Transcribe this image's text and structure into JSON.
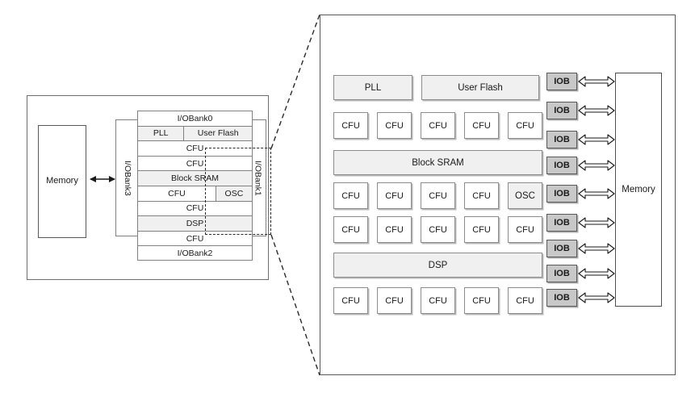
{
  "diagram": {
    "title": "FPGA architecture overview with zoomed detail view",
    "colors": {
      "block_light": "#f0f0f0",
      "block_mid": "#c8c8c8",
      "block_white": "#ffffff",
      "stroke": "#808080",
      "stroke_dark": "#4d4d4d",
      "callout_dash": "#2b2b2b"
    }
  },
  "overview": {
    "memory_label": "Memory",
    "iobank_top": "I/OBank0",
    "iobank_bottom": "I/OBank2",
    "iobank_left": "I/OBank3",
    "iobank_right": "I/OBank1",
    "rows": [
      {
        "type": "split",
        "cells": [
          {
            "label": "PLL",
            "shade": "light",
            "width": 40
          },
          {
            "label": "User Flash",
            "shade": "light",
            "width": 60
          }
        ]
      },
      {
        "type": "single",
        "label": "CFU",
        "shade": "none"
      },
      {
        "type": "single",
        "label": "CFU",
        "shade": "none"
      },
      {
        "type": "single",
        "label": "Block SRAM",
        "shade": "light"
      },
      {
        "type": "split",
        "cells": [
          {
            "label": "CFU",
            "shade": "none",
            "width": 68
          },
          {
            "label": "OSC",
            "shade": "light",
            "width": 32
          }
        ]
      },
      {
        "type": "single",
        "label": "CFU",
        "shade": "none"
      },
      {
        "type": "single",
        "label": "DSP",
        "shade": "light"
      },
      {
        "type": "single",
        "label": "CFU",
        "shade": "none"
      }
    ]
  },
  "detail": {
    "memory_label": "Memory",
    "rows": [
      {
        "kind": "wide",
        "blocks": [
          {
            "label": "PLL",
            "style": "shade"
          },
          {
            "label": "User Flash",
            "style": "shade"
          }
        ]
      },
      {
        "kind": "cfu",
        "blocks": [
          {
            "label": "CFU",
            "style": "white"
          },
          {
            "label": "CFU",
            "style": "white"
          },
          {
            "label": "CFU",
            "style": "white"
          },
          {
            "label": "CFU",
            "style": "white"
          },
          {
            "label": "CFU",
            "style": "white"
          }
        ]
      },
      {
        "kind": "full",
        "blocks": [
          {
            "label": "Block SRAM",
            "style": "shade"
          }
        ]
      },
      {
        "kind": "cfu",
        "blocks": [
          {
            "label": "CFU",
            "style": "white"
          },
          {
            "label": "CFU",
            "style": "white"
          },
          {
            "label": "CFU",
            "style": "white"
          },
          {
            "label": "CFU",
            "style": "white"
          },
          {
            "label": "OSC",
            "style": "shade"
          }
        ]
      },
      {
        "kind": "cfu",
        "blocks": [
          {
            "label": "CFU",
            "style": "white"
          },
          {
            "label": "CFU",
            "style": "white"
          },
          {
            "label": "CFU",
            "style": "white"
          },
          {
            "label": "CFU",
            "style": "white"
          },
          {
            "label": "CFU",
            "style": "white"
          }
        ]
      },
      {
        "kind": "full",
        "blocks": [
          {
            "label": "DSP",
            "style": "shade"
          }
        ]
      },
      {
        "kind": "cfu",
        "blocks": [
          {
            "label": "CFU",
            "style": "white"
          },
          {
            "label": "CFU",
            "style": "white"
          },
          {
            "label": "CFU",
            "style": "white"
          },
          {
            "label": "CFU",
            "style": "white"
          },
          {
            "label": "CFU",
            "style": "white"
          }
        ]
      }
    ],
    "iob_label": "IOB",
    "iob_count": 9
  }
}
